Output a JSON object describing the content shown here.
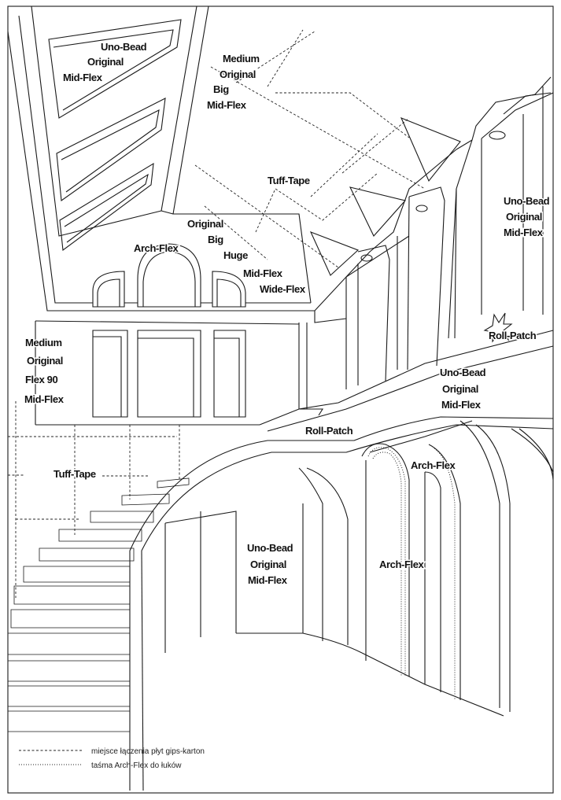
{
  "labels": {
    "ceiling_left": [
      "Uno-Bead",
      "Original",
      "Mid-Flex"
    ],
    "ceiling_mid": [
      "Medium",
      "Original",
      "Big",
      "Mid-Flex"
    ],
    "tuff_tape_top": "Tuff-Tape",
    "right_wall_top": [
      "Uno-Bead",
      "Original",
      "Mid-Flex"
    ],
    "ceiling_corner": [
      "Original",
      "Big",
      "Huge",
      "Mid-Flex",
      "Wide-Flex"
    ],
    "arch_flex_top": "Arch-Flex",
    "left_wall": [
      "Medium",
      "Original",
      "Flex 90",
      "Mid-Flex"
    ],
    "roll_patch_right": "Roll-Patch",
    "right_wall_mid": [
      "Uno-Bead",
      "Original",
      "Mid-Flex"
    ],
    "roll_patch_mid": "Roll-Patch",
    "tuff_tape_bottom": "Tuff-Tape",
    "arch_flex_right": "Arch-Flex",
    "under_stairs": [
      "Uno-Bead",
      "Original",
      "Mid-Flex"
    ],
    "arch_flex_bottom": "Arch-Flex"
  },
  "legend": [
    {
      "style": "dashed",
      "text": "miejsce łączenia płyt gips-karton"
    },
    {
      "style": "dotted",
      "text": "taśma Arch-Flex do łuków"
    }
  ]
}
